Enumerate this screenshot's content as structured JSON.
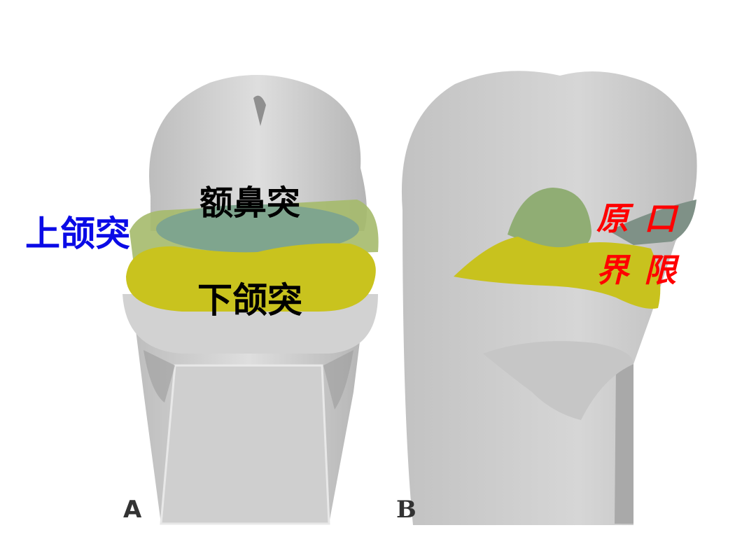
{
  "figure": {
    "panels": [
      {
        "id": "A",
        "letter": "A",
        "view": "frontal"
      },
      {
        "id": "B",
        "letter": "B",
        "view": "lateral"
      }
    ],
    "labels": {
      "maxillary": {
        "text": "上颌突",
        "color": "#0a0ae6"
      },
      "frontonasal": {
        "text": "额鼻突",
        "color": "#000000"
      },
      "mandibular": {
        "text": "下颌突",
        "color": "#000000"
      },
      "stomodeum": {
        "text": "原口界限",
        "color": "#ff0000"
      }
    },
    "colors": {
      "tissue_gray": "#c9c9c9",
      "tissue_light": "#dcdcdc",
      "frontonasal_green": "#7fa58e",
      "maxillary_green": "#9fb86a",
      "mandibular_yellow": "#c8c21e"
    }
  }
}
